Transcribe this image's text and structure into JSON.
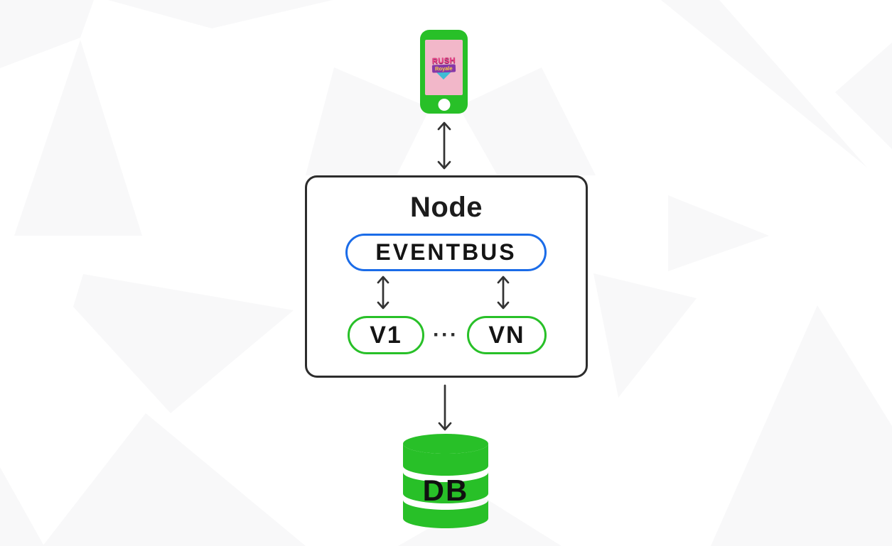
{
  "colors": {
    "green": "#28c028",
    "blue": "#1b6ce8",
    "ink": "#333333",
    "screen-pink": "#f2b7c9",
    "bg-shape": "#f8f8f9"
  },
  "client": {
    "device": "smartphone",
    "logo": {
      "line1": "RUSH",
      "line2": "Royale"
    }
  },
  "node": {
    "title": "Node",
    "eventbus_label": "EVENTBUS",
    "workers": [
      {
        "label": "V1"
      },
      {
        "label": "VN"
      }
    ],
    "ellipsis": "···"
  },
  "database": {
    "label": "DB"
  },
  "icons": {
    "client": "smartphone-icon",
    "storage": "database-cylinder-icon",
    "client_node_link": "double-headed-arrow",
    "eventbus_worker_links": "double-headed-arrow",
    "node_db_link": "down-arrow"
  }
}
